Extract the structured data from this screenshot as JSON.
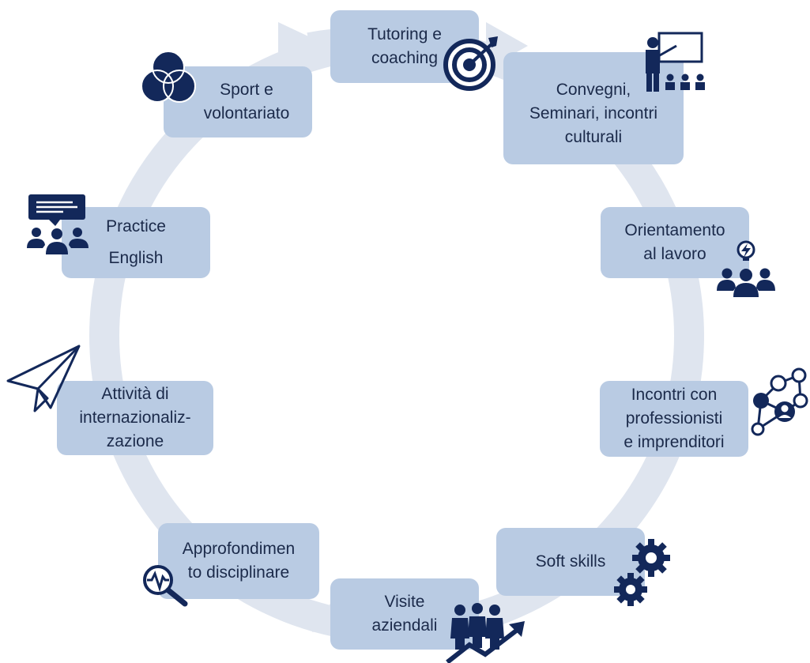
{
  "colors": {
    "box": "#b9cbe3",
    "ring": "#dfe5ef",
    "icon": "#13285a",
    "text": "#1b2a4a"
  },
  "nodes": [
    {
      "id": "tutoring",
      "lines": [
        "Tutoring e",
        "coaching"
      ],
      "icon": "target-icon"
    },
    {
      "id": "convegni",
      "lines": [
        "Convegni,",
        "Seminari, incontri",
        "culturali"
      ],
      "icon": "presentation-icon"
    },
    {
      "id": "orientamento",
      "lines": [
        "Orientamento",
        "al lavoro"
      ],
      "icon": "team-idea-icon"
    },
    {
      "id": "incontri",
      "lines": [
        "Incontri con",
        "professionisti",
        "e imprenditori"
      ],
      "icon": "network-icon"
    },
    {
      "id": "softskills",
      "lines": [
        "Soft skills"
      ],
      "icon": "gears-icon"
    },
    {
      "id": "visite",
      "lines": [
        "Visite",
        "aziendali"
      ],
      "icon": "growth-people-icon"
    },
    {
      "id": "approfondimento",
      "lines": [
        "Approfondimen",
        "to disciplinare"
      ],
      "icon": "magnifier-icon"
    },
    {
      "id": "internazionalizzazione",
      "lines": [
        "Attività di",
        "internazionaliz-",
        "zazione"
      ],
      "icon": "paper-plane-icon"
    },
    {
      "id": "practice",
      "lines": [
        "Practice",
        "English"
      ],
      "icon": "chat-group-icon"
    },
    {
      "id": "sport",
      "lines": [
        "Sport e",
        "volontariato"
      ],
      "icon": "circles-icon"
    }
  ]
}
